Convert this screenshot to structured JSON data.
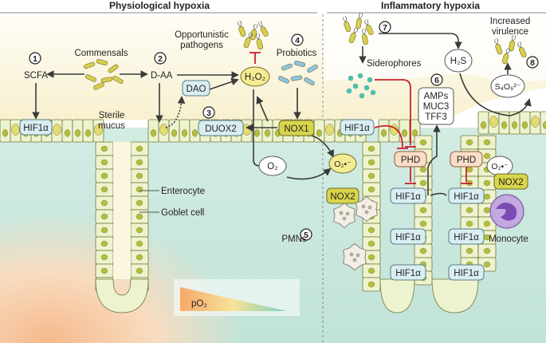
{
  "headers": {
    "left": "Physiological hypoxia",
    "right": "Inflammatory hypoxia"
  },
  "steps": [
    "1",
    "2",
    "3",
    "4",
    "5",
    "6",
    "7",
    "8"
  ],
  "labels": {
    "scfa": "SCFA",
    "commensals": "Commensals",
    "daa": "D-AA",
    "opportunistic_pathogens": [
      "Opportunistic",
      "pathogens"
    ],
    "probiotics": "Probiotics",
    "h2o2": "H₂O₂",
    "dao": "DAO",
    "sterile_mucus": [
      "Sterile",
      "mucus"
    ],
    "duox2": "DUOX2",
    "nox1": "NOX1",
    "hif1a": "HIF1α",
    "o2": "O₂",
    "superoxide": "O₂•⁻",
    "nox2": "NOX2",
    "pmns": "PMNs",
    "enterocyte": "Enterocyte",
    "goblet_cell": "Goblet cell",
    "po2": "pO₂",
    "siderophores": "Siderophores",
    "h2s": "H₂S",
    "amps": [
      "AMPs",
      "MUC3",
      "TFF3"
    ],
    "increased_virulence": [
      "Increased",
      "virulence"
    ],
    "s4o6": "S₄O₆²⁻",
    "phd": "PHD",
    "monocyte": "Monocyte"
  },
  "colors": {
    "mucus": "#fbf6df",
    "tissue_hypoxic": "#c4e6dc",
    "tissue_warm": "#f6c8a0",
    "cell_fill": "#eef3cf",
    "nucleus": "#b6bd3c",
    "goblet": "#e3dc6e",
    "hif_box": "#d9eef1",
    "nox_box": "#d8d54c",
    "phd_box": "#f9ddc6",
    "inhibit_red": "#c8202d",
    "arrow": "#3a3a3a",
    "siderophore": "#4fbfaa",
    "bacteria_yellow": "#d8cf4a",
    "probiotic_blue": "#8fc6de",
    "monocyte": "#a07cc8"
  }
}
